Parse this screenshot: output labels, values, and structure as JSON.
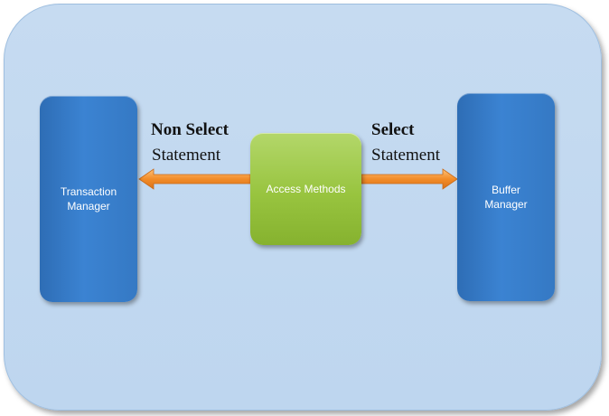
{
  "diagram": {
    "nodes": {
      "transaction_manager": {
        "label": "Transaction\nManager"
      },
      "access_methods": {
        "label": "Access Methods"
      },
      "buffer_manager": {
        "label": "Buffer\nManager"
      }
    },
    "edges": {
      "to_transaction": {
        "label_line1": "Non Select",
        "label_line2": "Statement"
      },
      "to_buffer": {
        "label_line1": "Select",
        "label_line2": "Statement"
      }
    }
  },
  "colors": {
    "background_panel": "#c4daf0",
    "blue_box": "#3579c4",
    "green_box": "#98c43f",
    "arrow": "#f28c28"
  }
}
